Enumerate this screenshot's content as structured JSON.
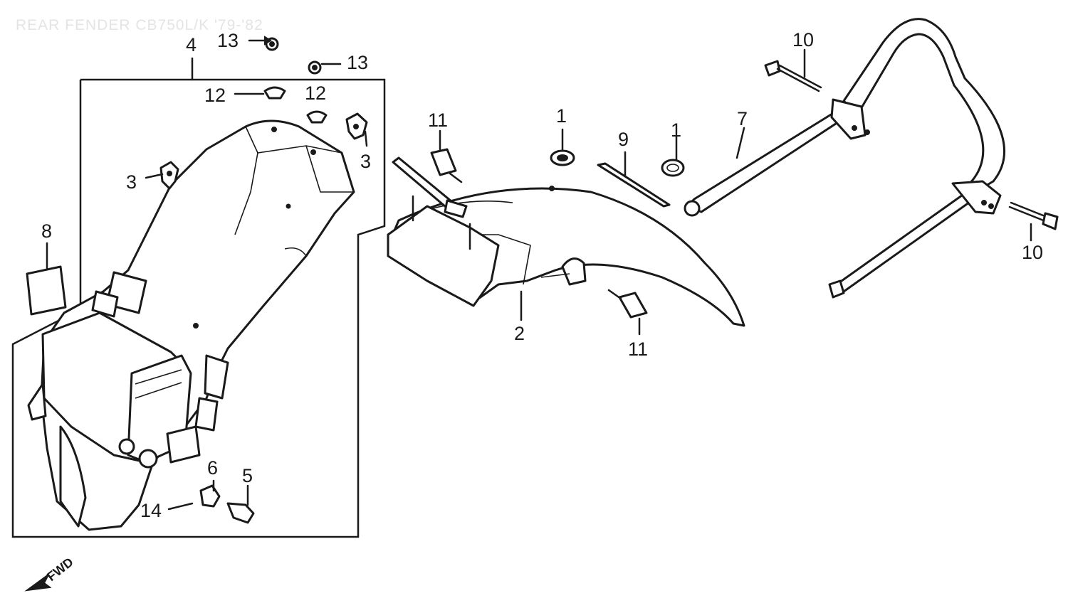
{
  "title": "REAR FENDER CB750L/K '79-'82",
  "direction_label": "FWD",
  "callouts": {
    "c1a": "1",
    "c1b": "1",
    "c2": "2",
    "c3a": "3",
    "c3b": "3",
    "c4": "4",
    "c5": "5",
    "c6": "6",
    "c7": "7",
    "c8": "8",
    "c9": "9",
    "c10a": "10",
    "c10b": "10",
    "c11a": "11",
    "c11b": "11",
    "c12a": "12",
    "c12b": "12",
    "c13a": "13",
    "c13b": "13",
    "c14": "14"
  }
}
